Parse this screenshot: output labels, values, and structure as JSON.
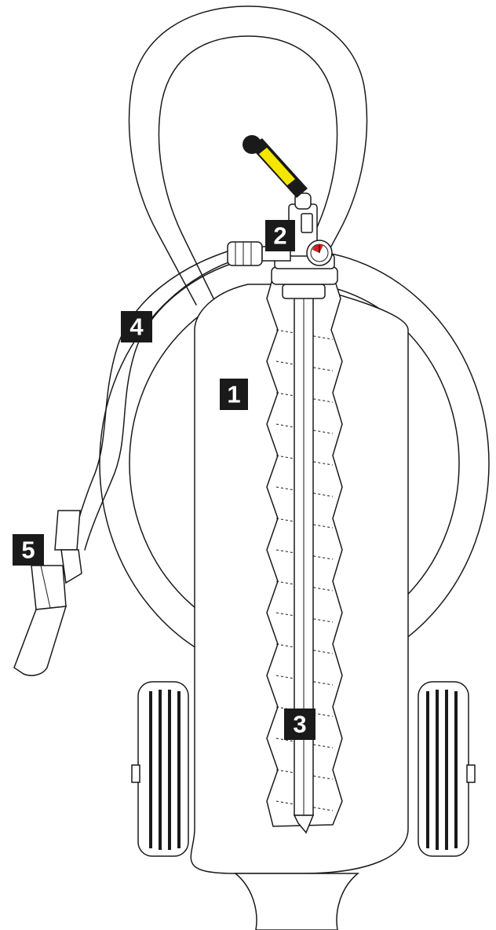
{
  "callouts": [
    {
      "id": "1",
      "label": "1"
    },
    {
      "id": "2",
      "label": "2"
    },
    {
      "id": "3",
      "label": "3"
    },
    {
      "id": "4",
      "label": "4"
    },
    {
      "id": "5",
      "label": "5"
    }
  ],
  "colors": {
    "line": "#1a1a1a",
    "badge": "#1a1a1a",
    "badge_text": "#ffffff",
    "handle_grip": "#f4e600",
    "gauge_needle": "#d42020"
  }
}
